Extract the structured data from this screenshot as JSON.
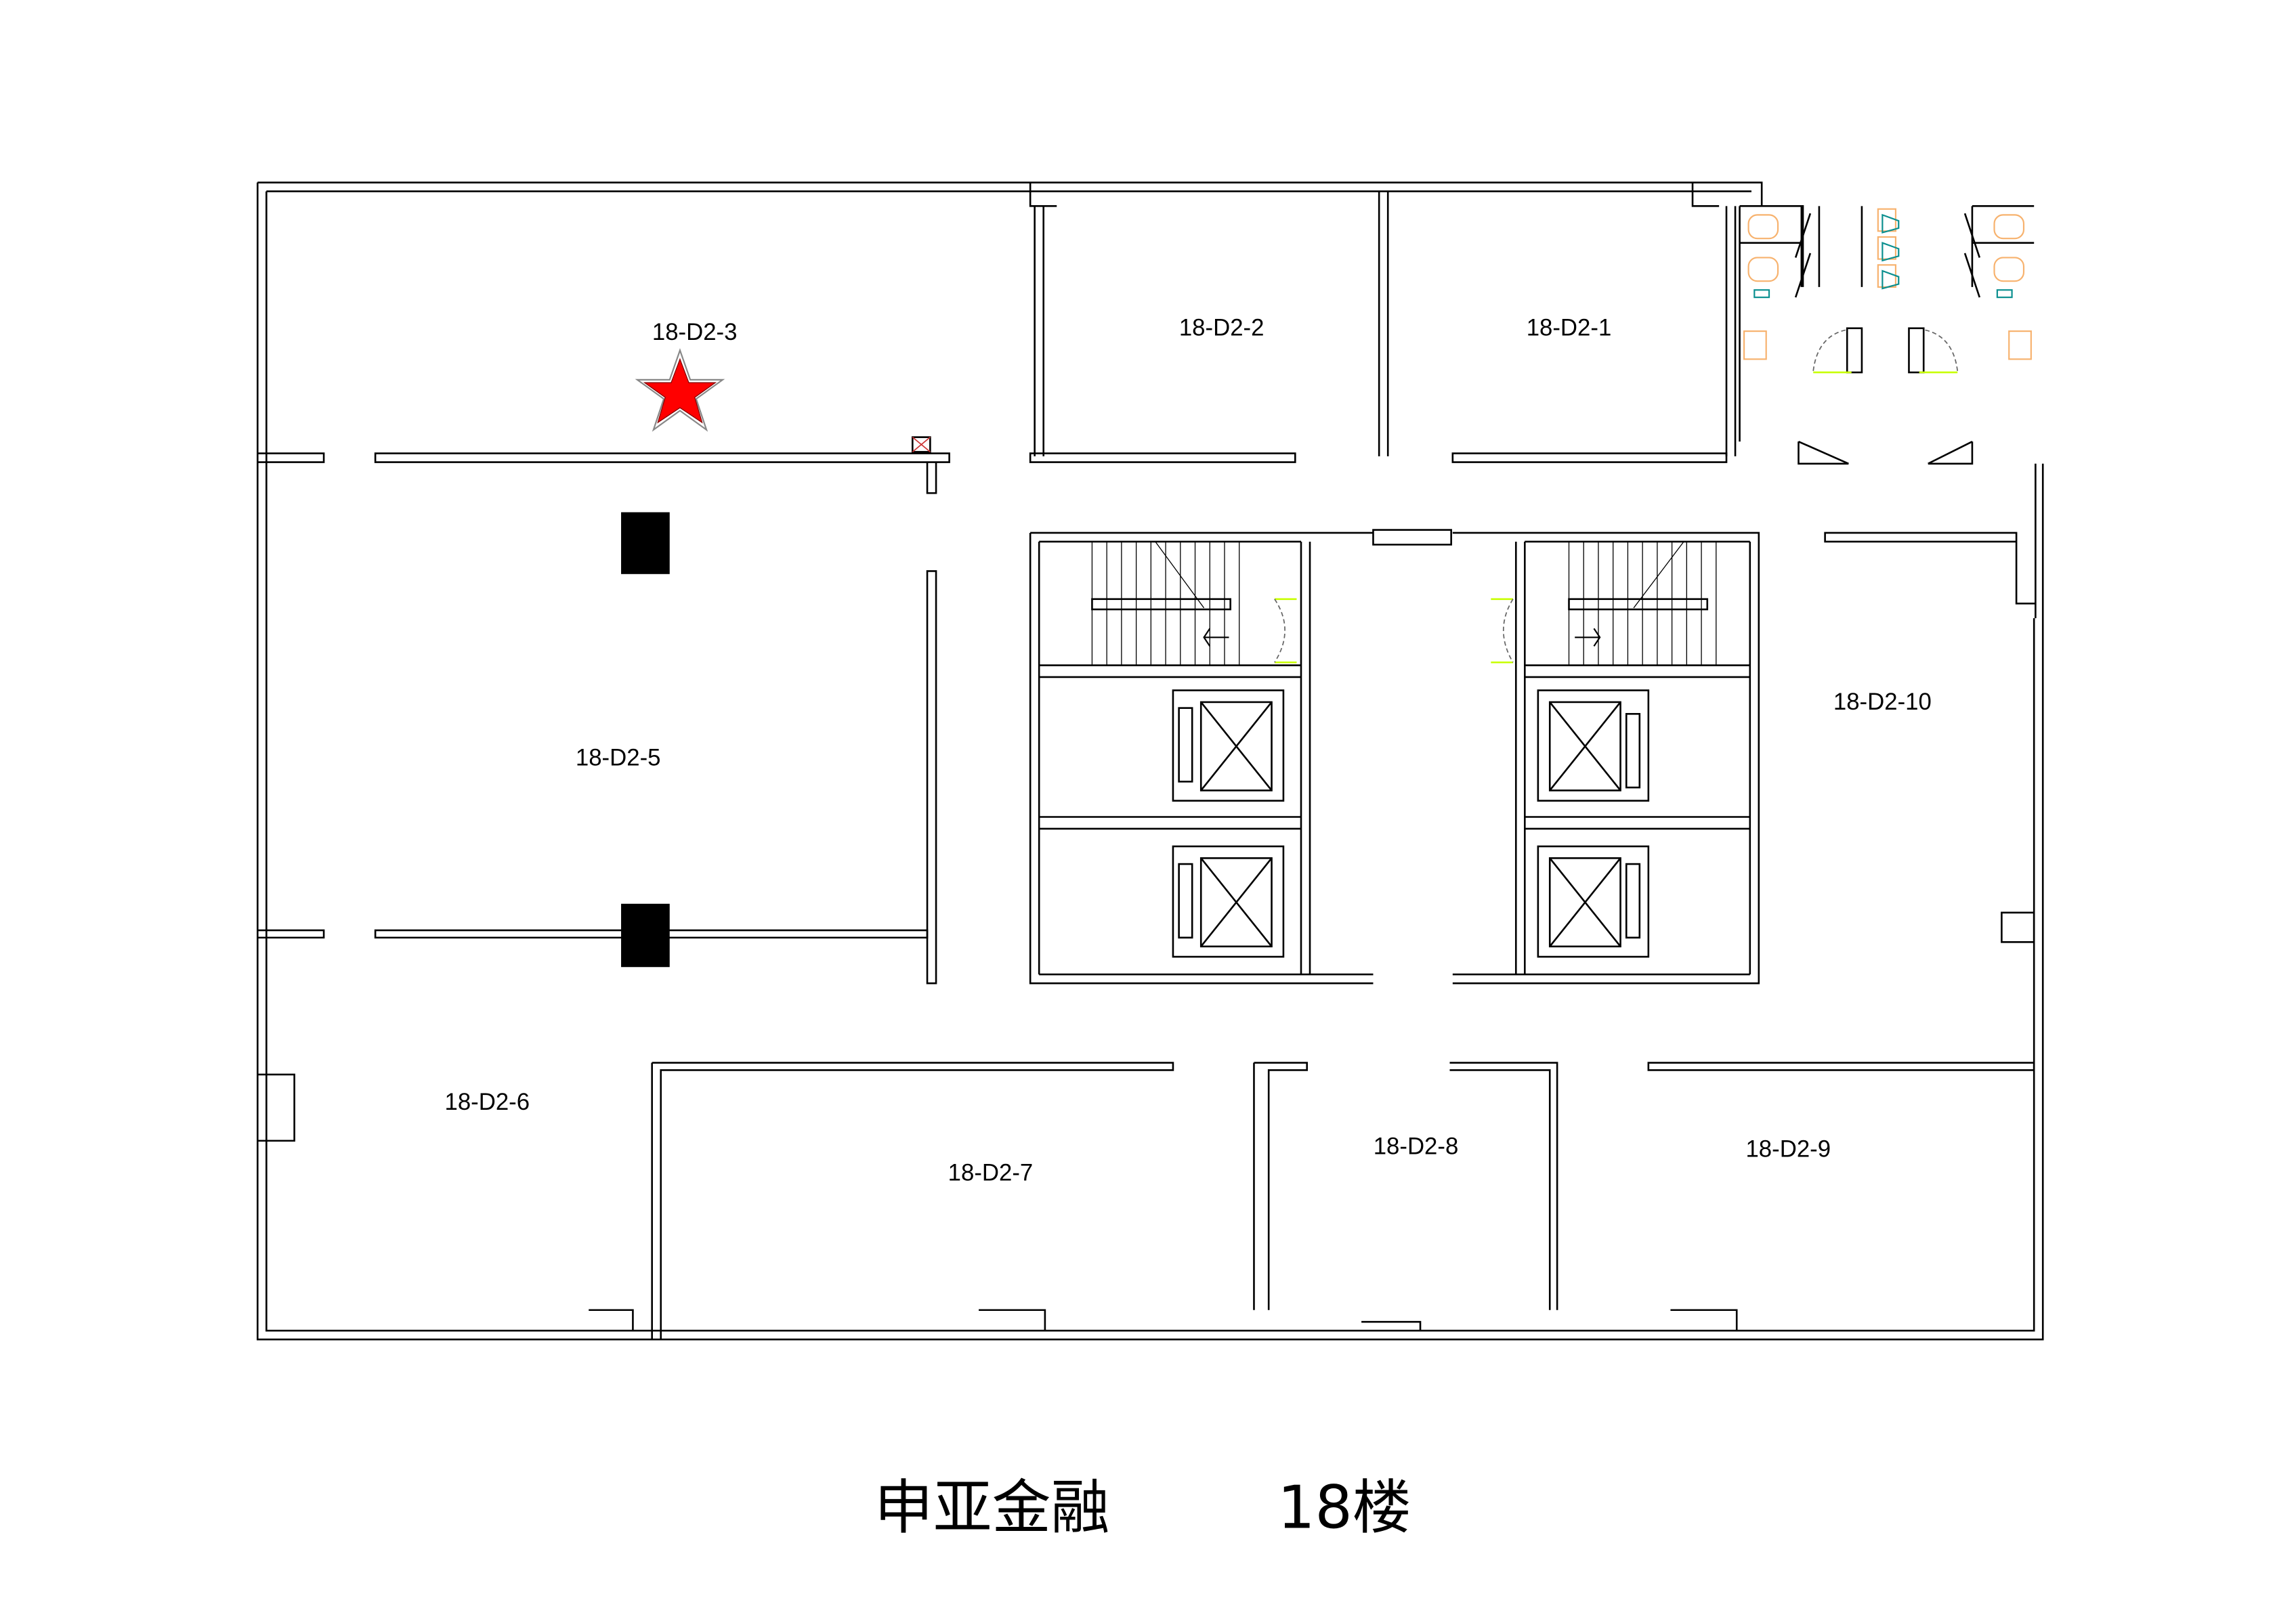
{
  "title": {
    "name": "申亚金融",
    "floor": "18楼"
  },
  "rooms": [
    {
      "id": "18-D2-3"
    },
    {
      "id": "18-D2-2"
    },
    {
      "id": "18-D2-1"
    },
    {
      "id": "18-D2-5"
    },
    {
      "id": "18-D2-10"
    },
    {
      "id": "18-D2-6"
    },
    {
      "id": "18-D2-7"
    },
    {
      "id": "18-D2-8"
    },
    {
      "id": "18-D2-9"
    }
  ],
  "marker": {
    "icon": "star-icon",
    "room": "18-D2-3",
    "color": "#ff0000"
  },
  "colors": {
    "fixture": "#f7b26e",
    "toilet": "#0a8f8f",
    "door": "#c8ff00"
  }
}
